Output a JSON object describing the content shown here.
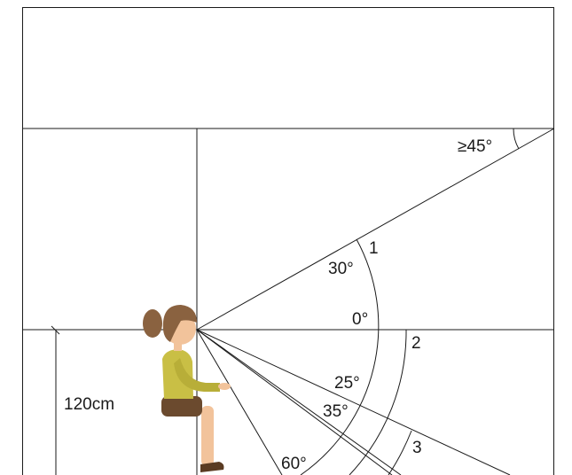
{
  "labels": {
    "angle_top": "≥45°",
    "angle_30": "30°",
    "angle_0": "0°",
    "angle_25": "25°",
    "angle_35": "35°",
    "angle_60": "60°",
    "zone_1": "1",
    "zone_2": "2",
    "zone_3": "3",
    "height": "120cm"
  },
  "colors": {
    "line": "#1a1a1a",
    "hair": "#8a6240",
    "skin": "#f2c39b",
    "shirt": "#c9bf45",
    "shorts": "#6b4a2e",
    "shoe": "#5a3b22"
  }
}
